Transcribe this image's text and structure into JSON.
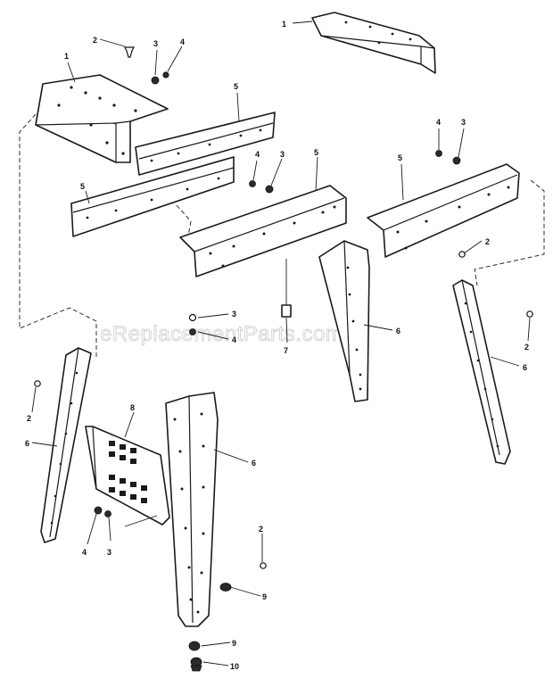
{
  "watermark": "eReplacementParts.com",
  "callouts": {
    "c1a": "1",
    "c1b": "1",
    "c2a": "2",
    "c2b": "2",
    "c2c": "2",
    "c2d": "2",
    "c2e": "2",
    "c3a": "3",
    "c3b": "3",
    "c3c": "3",
    "c3d": "3",
    "c3e": "3",
    "c4a": "4",
    "c4b": "4",
    "c4c": "4",
    "c4d": "4",
    "c4e": "4",
    "c5a": "5",
    "c5b": "5",
    "c5c": "5",
    "c5d": "5",
    "c6a": "6",
    "c6b": "6",
    "c6c": "6",
    "c6d": "6",
    "c7": "7",
    "c8": "8",
    "c9a": "9",
    "c9b": "9",
    "c10": "10"
  }
}
